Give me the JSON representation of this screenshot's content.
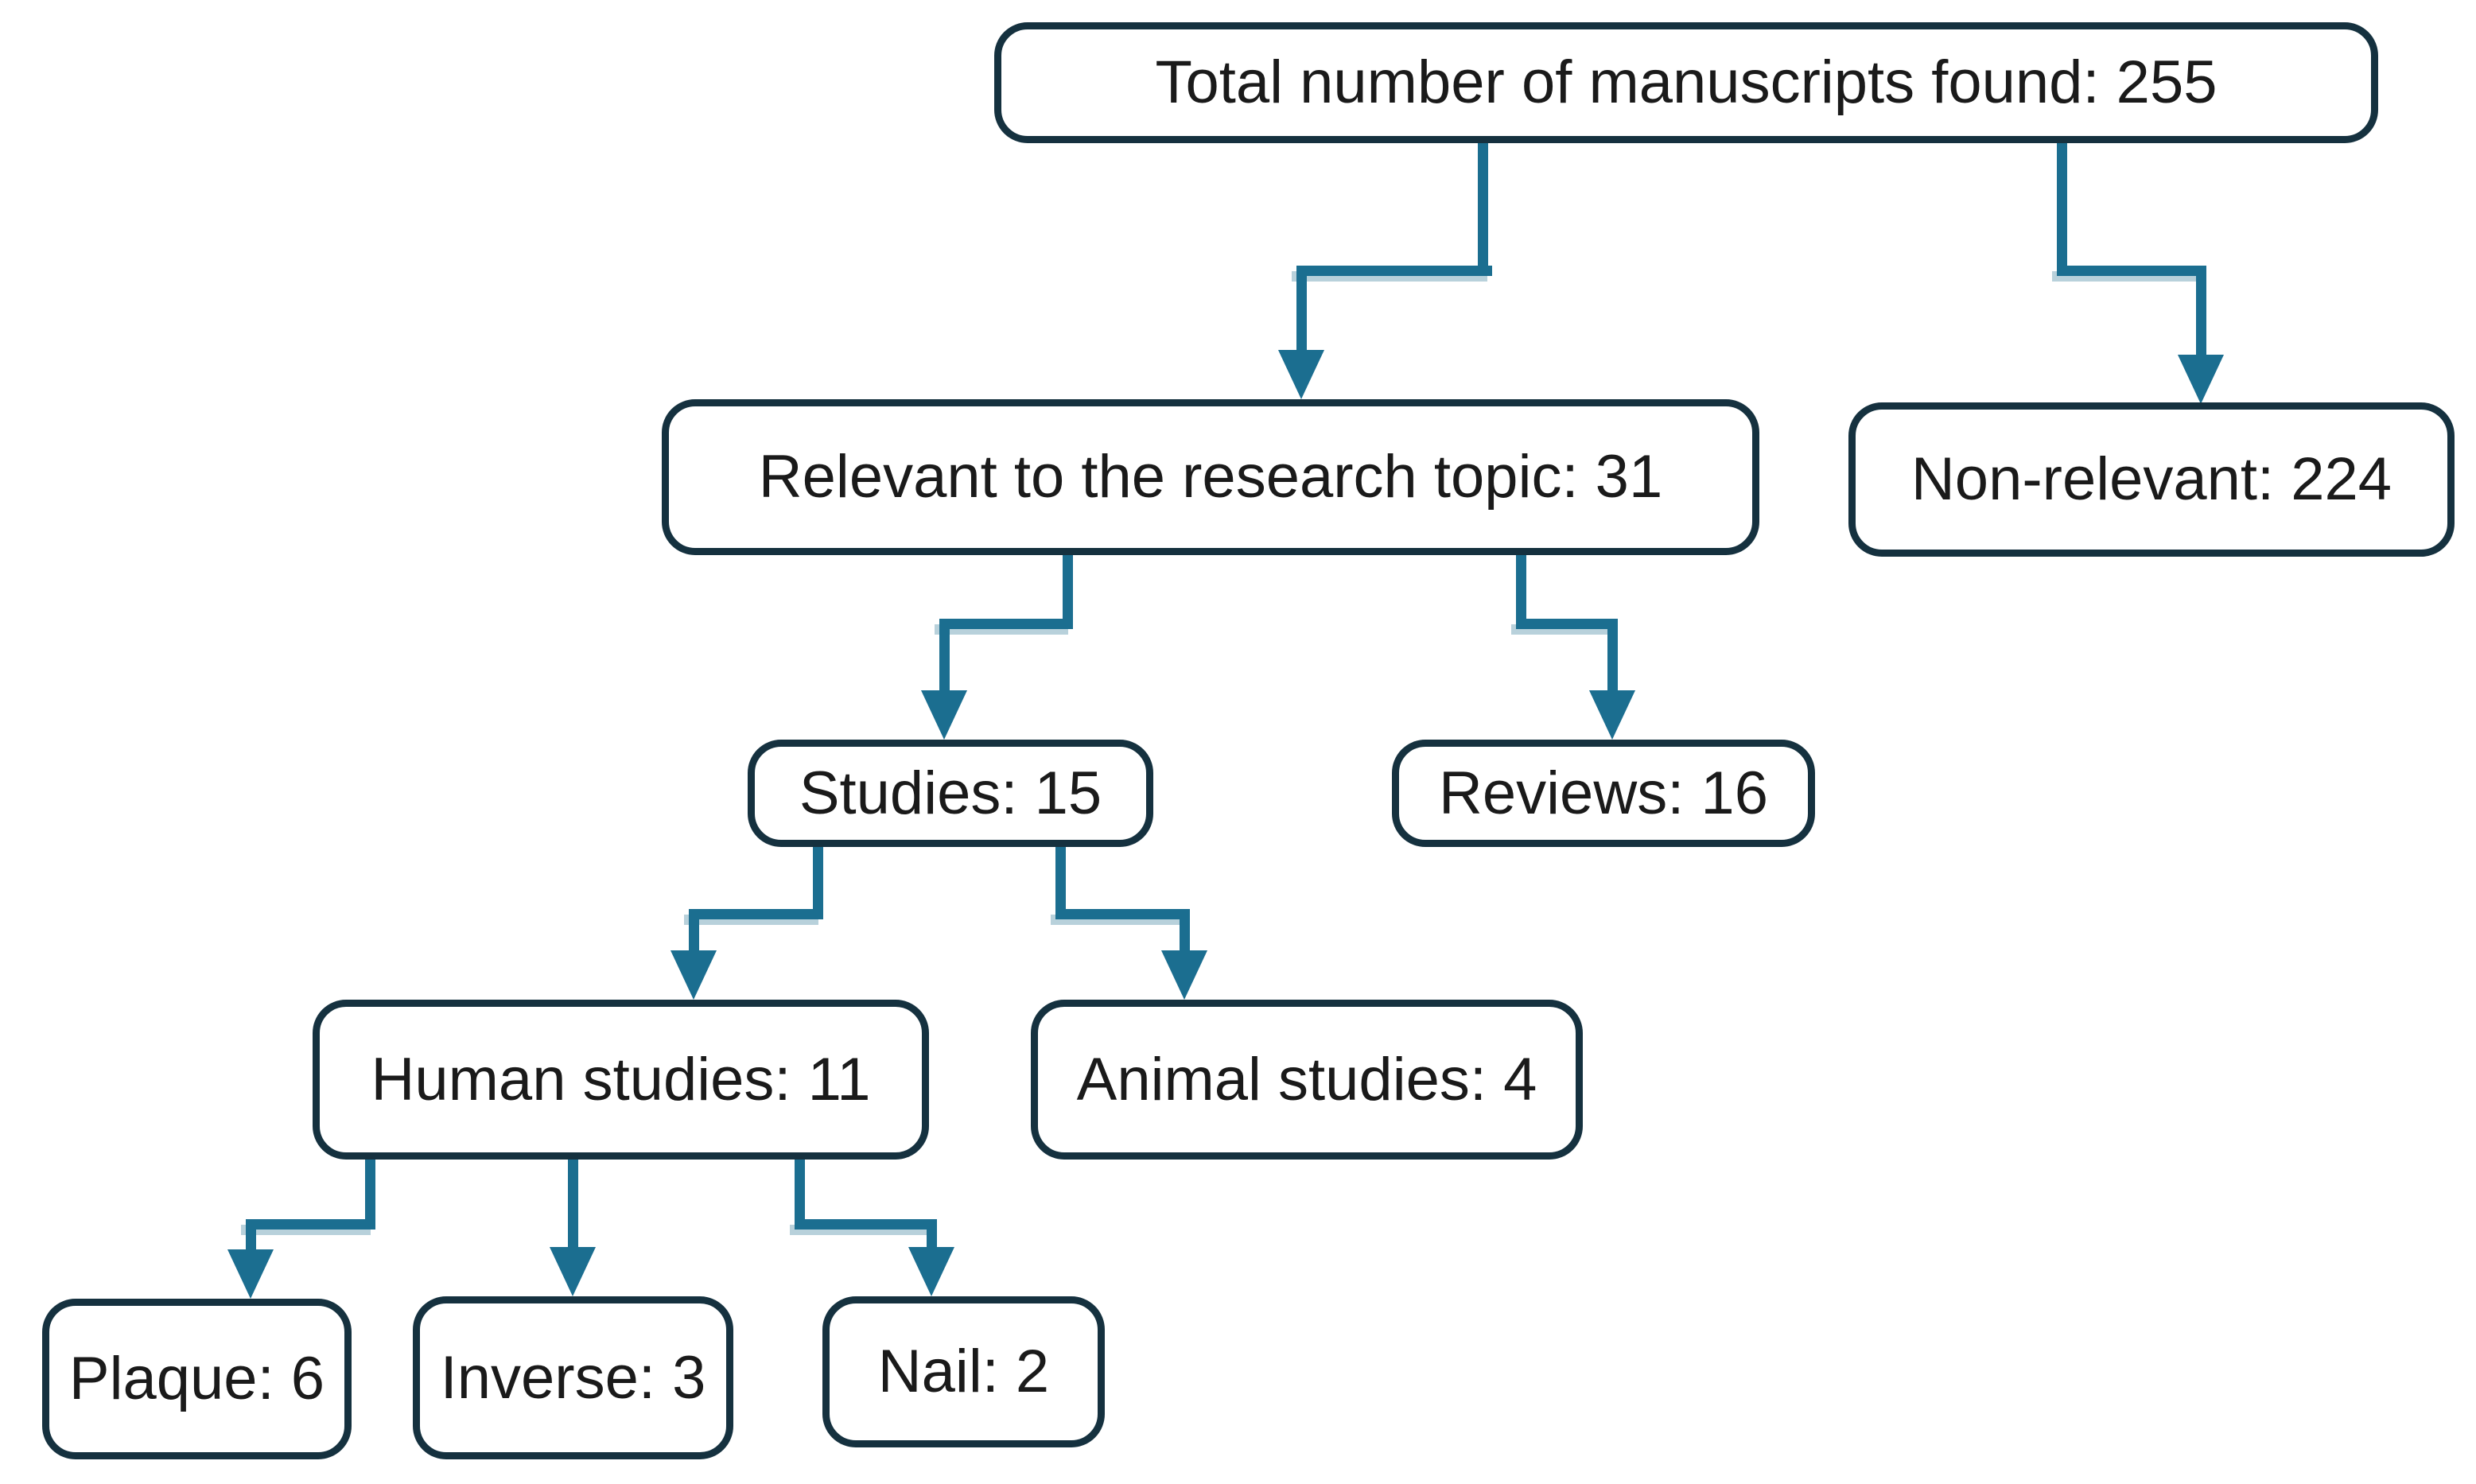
{
  "colors": {
    "background": "#ffffff",
    "box_border": "#15313f",
    "box_fill": "#ffffff",
    "text": "#1a1a1a",
    "connector": "#1b6e90"
  },
  "nodes": {
    "total": {
      "label": "Total number of manuscripts found",
      "count": 255,
      "text": "Total number of manuscripts found: 255"
    },
    "relevant": {
      "label": "Relevant to the research topic",
      "count": 31,
      "text": "Relevant to the research topic: 31"
    },
    "nonrelevant": {
      "label": "Non-relevant",
      "count": 224,
      "text": "Non-relevant: 224"
    },
    "studies": {
      "label": "Studies",
      "count": 15,
      "text": "Studies: 15"
    },
    "reviews": {
      "label": "Reviews",
      "count": 16,
      "text": "Reviews: 16"
    },
    "human": {
      "label": "Human studies",
      "count": 11,
      "text": "Human studies: 11"
    },
    "animal": {
      "label": "Animal studies",
      "count": 4,
      "text": "Animal studies: 4"
    },
    "plaque": {
      "label": "Plaque",
      "count": 6,
      "text": "Plaque: 6"
    },
    "inverse": {
      "label": "Inverse",
      "count": 3,
      "text": "Inverse: 3"
    },
    "nail": {
      "label": "Nail",
      "count": 2,
      "text": "Nail: 2"
    }
  },
  "edges": [
    {
      "from": "total",
      "to": "relevant"
    },
    {
      "from": "total",
      "to": "nonrelevant"
    },
    {
      "from": "relevant",
      "to": "studies"
    },
    {
      "from": "relevant",
      "to": "reviews"
    },
    {
      "from": "studies",
      "to": "human"
    },
    {
      "from": "studies",
      "to": "animal"
    },
    {
      "from": "human",
      "to": "plaque"
    },
    {
      "from": "human",
      "to": "inverse"
    },
    {
      "from": "human",
      "to": "nail"
    }
  ]
}
